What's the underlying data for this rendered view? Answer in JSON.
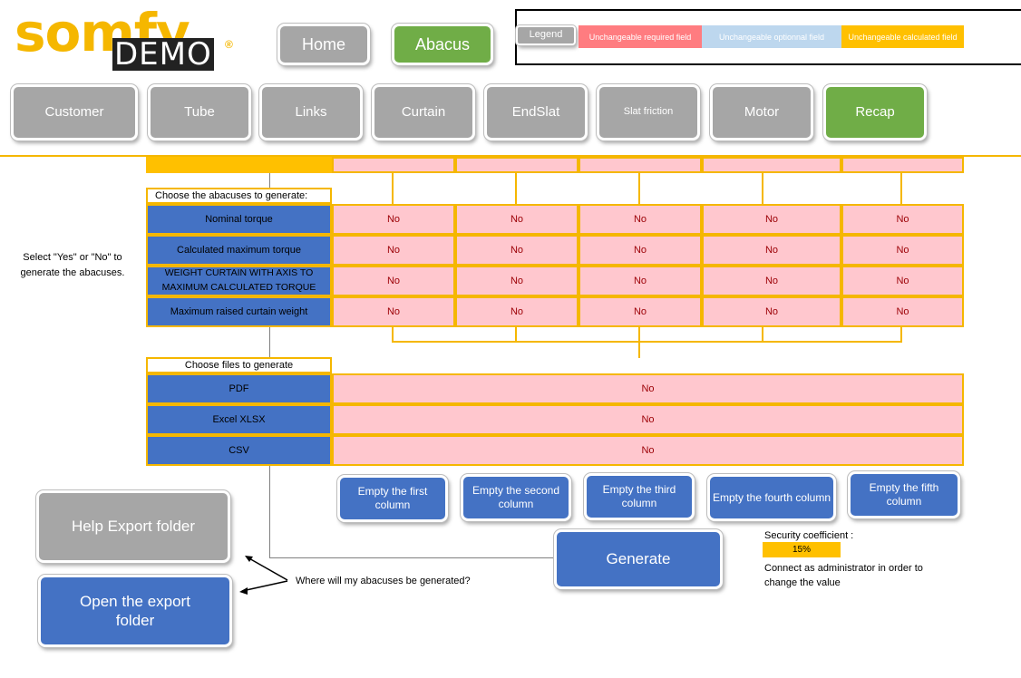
{
  "logo": {
    "brand": "somfy",
    "sub": "DEMO",
    "reg": "®"
  },
  "topnav": {
    "home": "Home",
    "abacus": "Abacus"
  },
  "legend": {
    "button": "Legend",
    "items": [
      {
        "label": "Unchangeable required field",
        "color": "#ff7c80"
      },
      {
        "label": "Unchangeable optionnal field",
        "color": "#bdd7ee"
      },
      {
        "label": "Unchangeable calculated field",
        "color": "#ffc000"
      }
    ]
  },
  "tabs": [
    "Customer",
    "Tube",
    "Links",
    "Curtain",
    "EndSlat",
    "Slat friction",
    "Motor",
    "Recap"
  ],
  "abacuses": {
    "title": "Choose the abacuses to generate:",
    "side_note": "Select \"Yes\" or \"No\" to generate the abacuses.",
    "rows": [
      {
        "label": "Nominal torque",
        "values": [
          "No",
          "No",
          "No",
          "No",
          "No"
        ]
      },
      {
        "label": "Calculated maximum torque",
        "values": [
          "No",
          "No",
          "No",
          "No",
          "No"
        ]
      },
      {
        "label": "WEIGHT CURTAIN WITH AXIS TO MAXIMUM CALCULATED TORQUE",
        "values": [
          "No",
          "No",
          "No",
          "No",
          "No"
        ]
      },
      {
        "label": "Maximum raised curtain weight",
        "values": [
          "No",
          "No",
          "No",
          "No",
          "No"
        ]
      }
    ]
  },
  "files": {
    "title": "Choose files to generate",
    "rows": [
      {
        "label": "PDF",
        "value": "No"
      },
      {
        "label": "Excel XLSX",
        "value": "No"
      },
      {
        "label": "CSV",
        "value": "No"
      }
    ]
  },
  "empty_buttons": [
    "Empty the first column",
    "Empty the second column",
    "Empty the third column",
    "Empty the fourth column",
    "Empty the fifth column"
  ],
  "generate": "Generate",
  "security": {
    "label": "Security coefficient :",
    "value": "15%",
    "note": "Connect as administrator in order to change the value"
  },
  "help_export": "Help Export folder",
  "open_export": "Open the export folder",
  "where_note": "Where will my abacuses be generated?"
}
